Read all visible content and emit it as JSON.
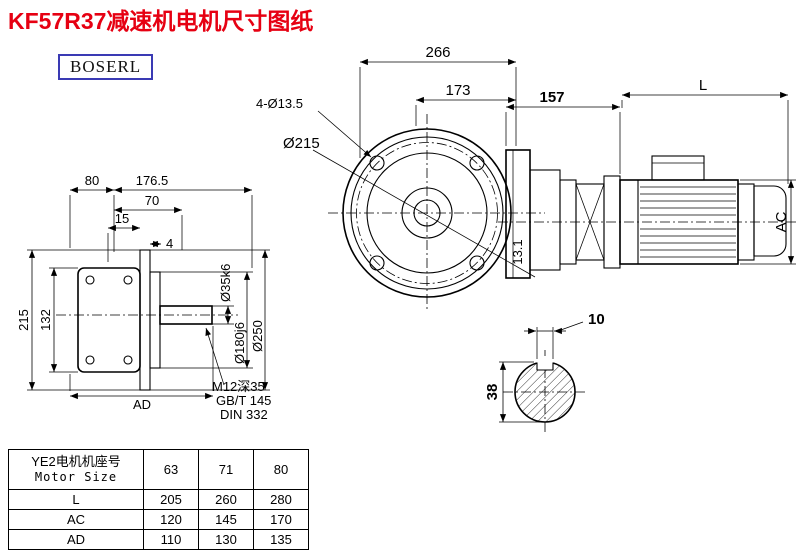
{
  "title": "KF57R37减速机电机尺寸图纸",
  "brand": "BOSERL",
  "drawing": {
    "front_view": {
      "overall_width": "266",
      "rear_width": "173",
      "bolt_holes": "4-Ø13.5",
      "flange_dia": "Ø215",
      "flange_thickness": "13.1"
    },
    "side_view": {
      "gearbox_length": "157",
      "motor_length": "L",
      "motor_height": "AC"
    },
    "left_view": {
      "housing_depth": "80",
      "total_depth": "176.5",
      "flange_depth": "70",
      "step_15": "15",
      "step_4": "4",
      "total_height": "215",
      "housing_height": "132",
      "height_ad": "AD",
      "shaft_dia": "Ø35k6",
      "spigot_dia": "Ø180j6",
      "flange_dia": "Ø250",
      "tap_hole": "M12深35",
      "standard_gb": "GB/T 145",
      "standard_din": "DIN 332"
    },
    "shaft_section": {
      "key_width": "10",
      "shaft_dia": "38"
    }
  },
  "table": {
    "header_cn": "YE2电机机座号",
    "header_en": "Motor Size",
    "sizes": [
      "63",
      "71",
      "80"
    ],
    "rows": [
      {
        "label": "L",
        "values": [
          "205",
          "260",
          "280"
        ]
      },
      {
        "label": "AC",
        "values": [
          "120",
          "145",
          "170"
        ]
      },
      {
        "label": "AD",
        "values": [
          "110",
          "130",
          "135"
        ]
      }
    ]
  }
}
